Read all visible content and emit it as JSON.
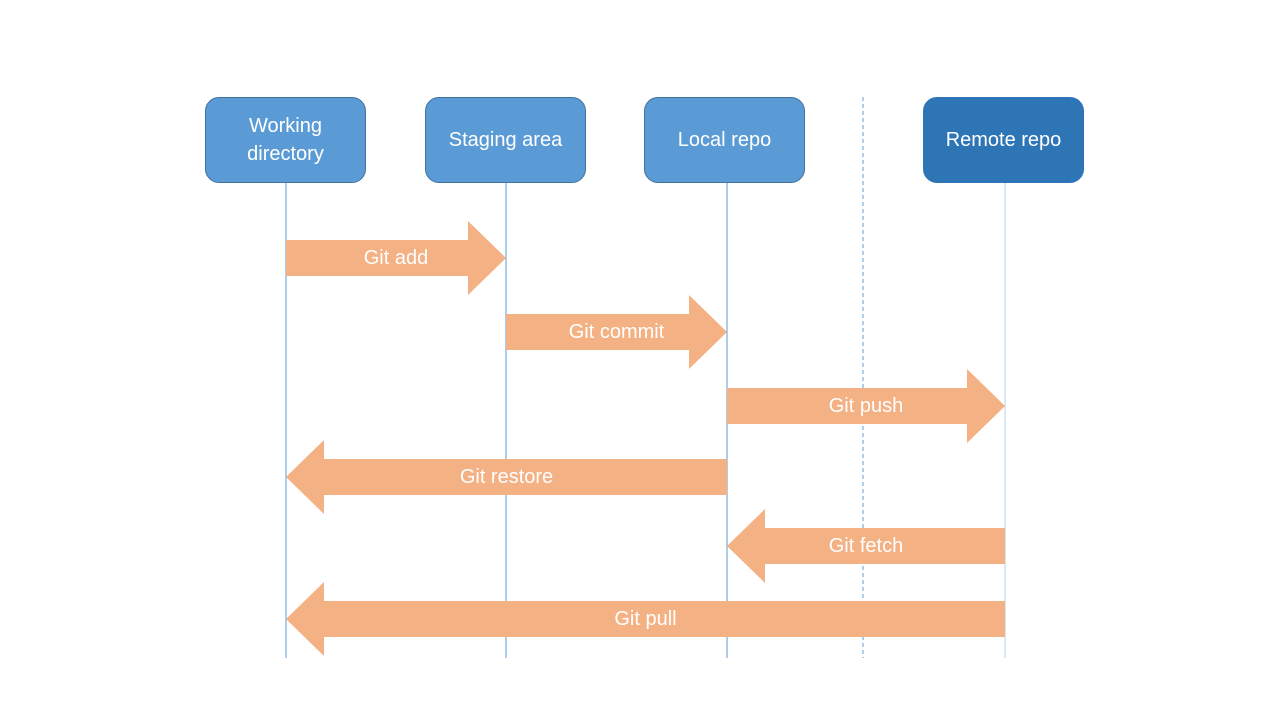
{
  "locations": [
    {
      "id": "working",
      "label": "Working\ndirectory",
      "kind": "local"
    },
    {
      "id": "staging",
      "label": "Staging area",
      "kind": "local"
    },
    {
      "id": "local",
      "label": "Local repo",
      "kind": "local"
    },
    {
      "id": "remote",
      "label": "Remote repo",
      "kind": "remote"
    }
  ],
  "commands": [
    {
      "label": "Git add",
      "from": "working",
      "to": "staging"
    },
    {
      "label": "Git commit",
      "from": "staging",
      "to": "local"
    },
    {
      "label": "Git push",
      "from": "local",
      "to": "remote"
    },
    {
      "label": "Git restore",
      "from": "local",
      "to": "working"
    },
    {
      "label": "Git fetch",
      "from": "remote",
      "to": "local"
    },
    {
      "label": "Git pull",
      "from": "remote",
      "to": "working"
    }
  ],
  "colors": {
    "box_fill": "#5b9bd5",
    "box_border": "#41719c",
    "remote_fill": "#2e75b6",
    "arrow_fill": "#f4b183",
    "lifeline": "#5b9bd5",
    "divider": "#5b9bd5",
    "text": "#ffffff"
  }
}
